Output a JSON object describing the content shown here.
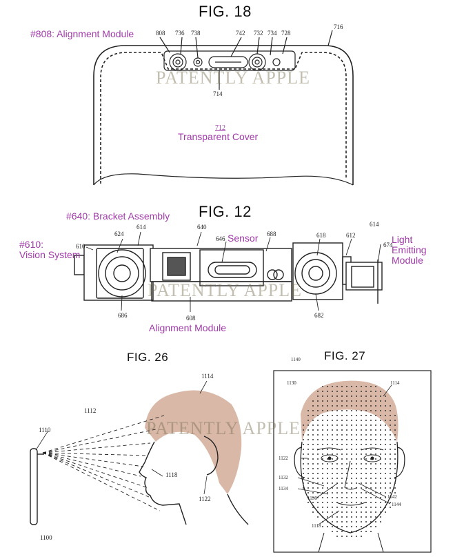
{
  "fig18": {
    "title": "FIG. 18",
    "module_callout": "#808: Alignment Module",
    "cover_ref": "712",
    "cover_label": "Transparent Cover",
    "refs": [
      "808",
      "736",
      "738",
      "742",
      "732",
      "734",
      "728",
      "716",
      "714"
    ]
  },
  "fig12": {
    "title": "FIG. 12",
    "bracket_callout": "#640: Bracket Assembly",
    "vision_callout_line1": "#610:",
    "vision_callout_line2": "Vision System",
    "sensor_callout": "Sensor",
    "light_callout_line1": "Light",
    "light_callout_line2": "Emitting",
    "light_callout_line3": "Module",
    "alignment_callout": "Alignment Module",
    "refs": [
      "614",
      "624",
      "640",
      "646",
      "688",
      "618",
      "612",
      "614",
      "610",
      "674",
      "686",
      "608",
      "682"
    ]
  },
  "fig26": {
    "title": "FIG. 26",
    "refs": [
      "1114",
      "1112",
      "1110",
      "1118",
      "1122",
      "1100"
    ]
  },
  "fig27": {
    "title": "FIG. 27",
    "refs": [
      "1140",
      "1130",
      "1114",
      "1122",
      "1132",
      "1134",
      "1136",
      "1142",
      "1144",
      "1118"
    ]
  },
  "watermark": "PATENTLY APPLE",
  "colors": {
    "callout": "#a03aa8",
    "hair": "#d9b8a8",
    "line": "#222222"
  }
}
